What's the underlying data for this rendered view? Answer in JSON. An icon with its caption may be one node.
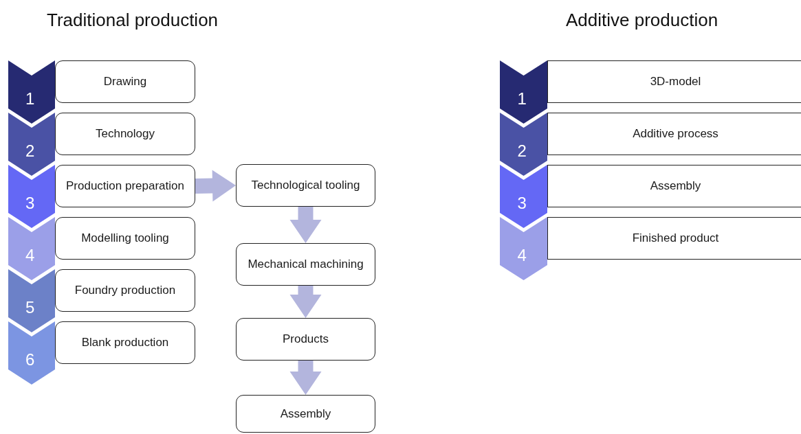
{
  "diagram": {
    "nodes": [
      {
        "text": [
          "1"
        ]
      },
      {
        "text": [
          "Drawing"
        ]
      },
      {
        "text": [
          "2"
        ]
      },
      {
        "text": [
          "Technology"
        ]
      },
      {
        "text": [
          "3"
        ]
      },
      {
        "text": [
          "Production preparation"
        ]
      },
      {
        "text": [
          "4"
        ]
      },
      {
        "text": [
          "Modelling tooling"
        ]
      },
      {
        "text": [
          "5"
        ]
      },
      {
        "text": [
          "Foundry production"
        ]
      },
      {
        "text": [
          "6"
        ]
      },
      {
        "text": [
          "Blank production"
        ]
      },
      {
        "text": [
          "Technological tooling"
        ]
      },
      {
        "text": [
          "Mechanical machining"
        ]
      },
      {
        "text": [
          "Products"
        ]
      },
      {
        "text": [
          "Assembly"
        ]
      },
      {
        "text": [
          "1"
        ]
      },
      {
        "text": [
          "3D-model"
        ]
      },
      {
        "text": [
          "2"
        ]
      },
      {
        "text": [
          "Additive process"
        ]
      },
      {
        "text": [
          "3"
        ]
      },
      {
        "text": [
          "Assembly"
        ]
      },
      {
        "text": [
          "4"
        ]
      },
      {
        "text": [
          "Finished product"
        ]
      }
    ],
    "edges": [
      {
        "from": 5,
        "to": 12,
        "arrow": "to",
        "style": "thick"
      },
      {
        "from": 12,
        "to": 13,
        "arrow": "to",
        "style": "thick"
      },
      {
        "from": 13,
        "to": 14,
        "arrow": "to",
        "style": "thick"
      },
      {
        "from": 14,
        "to": 15,
        "arrow": "to",
        "style": "thick"
      }
    ],
    "labels": [
      "Traditional production",
      "Additive production"
    ]
  }
}
